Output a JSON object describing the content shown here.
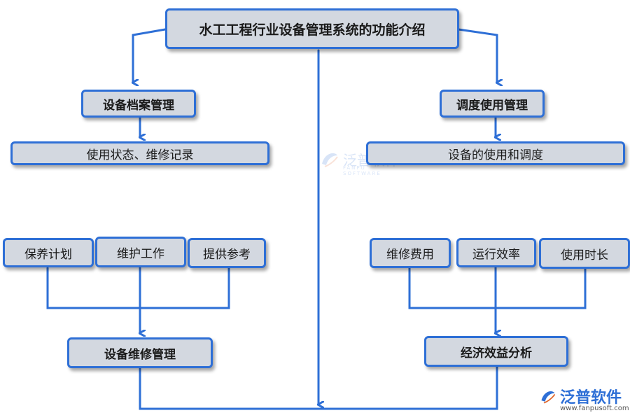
{
  "title": "水工工程行业设备管理系统的功能介绍",
  "left_branch": {
    "heading": "设备档案管理",
    "detail": "使用状态、维修记录"
  },
  "right_branch": {
    "heading": "调度使用管理",
    "detail": "设备的使用和调度"
  },
  "left_group": {
    "items": [
      "保养计划",
      "维护工作",
      "提供参考"
    ],
    "result": "设备维修管理"
  },
  "right_group": {
    "items": [
      "维修费用",
      "运行效率",
      "使用时长"
    ],
    "result": "经济效益分析"
  },
  "watermark": {
    "text": "泛普软件",
    "subtext": "FANPU SOFTWARE"
  },
  "logo": {
    "text": "泛普软件",
    "url": "www.fanpusoft.com"
  },
  "colors": {
    "line": "#2e6fd6",
    "box_fill": "#d3d8e0"
  }
}
